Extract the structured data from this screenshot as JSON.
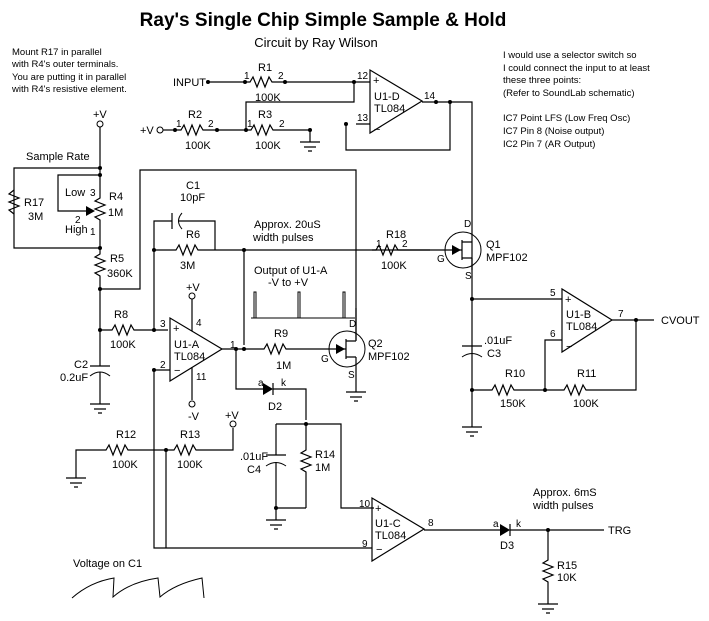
{
  "title": "Ray's Single Chip Simple Sample & Hold",
  "subtitle": "Circuit by Ray Wilson",
  "notes": {
    "left": [
      "Mount R17 in parallel",
      "with R4's outer terminals.",
      "You are putting it in parallel",
      "with R4's resistive element."
    ],
    "right": [
      "I would use a selector switch so",
      "I could connect the input to at least",
      "these three points:",
      "(Refer to SoundLab schematic)"
    ],
    "points": [
      "IC7 Point LFS (Low Freq Osc)",
      "IC7 Pin 8 (Noise output)",
      "IC2 Pin 7 (AR Output)"
    ],
    "pulse20": [
      "Approx. 20uS",
      "width pulses"
    ],
    "outputU1A": [
      "Output of U1-A",
      "-V to +V"
    ],
    "pulse6": [
      "Approx. 6mS",
      "width pulses"
    ],
    "voltageC1": "Voltage on C1",
    "sampleRate": "Sample Rate",
    "low": "Low",
    "high": "High"
  },
  "nets": {
    "input": "INPUT",
    "vplus": "+V",
    "vminus": "-V",
    "cvout": "CVOUT",
    "trg": "TRG"
  },
  "resistors": {
    "R1": {
      "name": "R1",
      "value": "100K"
    },
    "R2": {
      "name": "R2",
      "value": "100K"
    },
    "R3": {
      "name": "R3",
      "value": "100K"
    },
    "R4": {
      "name": "R4",
      "value": "1M"
    },
    "R5": {
      "name": "R5",
      "value": "360K"
    },
    "R6": {
      "name": "R6",
      "value": "3M"
    },
    "R8": {
      "name": "R8",
      "value": "100K"
    },
    "R9": {
      "name": "R9",
      "value": "1M"
    },
    "R10": {
      "name": "R10",
      "value": "150K"
    },
    "R11": {
      "name": "R11",
      "value": "100K"
    },
    "R12": {
      "name": "R12",
      "value": "100K"
    },
    "R13": {
      "name": "R13",
      "value": "100K"
    },
    "R14": {
      "name": "R14",
      "value": "1M"
    },
    "R15": {
      "name": "R15",
      "value": "10K"
    },
    "R17": {
      "name": "R17",
      "value": "3M"
    },
    "R18": {
      "name": "R18",
      "value": "100K"
    }
  },
  "capacitors": {
    "C1": {
      "name": "C1",
      "value": "10pF"
    },
    "C2": {
      "name": "C2",
      "value": "0.2uF"
    },
    "C3": {
      "name": "C3",
      "value": ".01uF"
    },
    "C4": {
      "name": "C4",
      "value": ".01uF"
    }
  },
  "opamps": {
    "U1A": {
      "name": "U1-A",
      "part": "TL084",
      "pins": {
        "plus": "3",
        "minus": "2",
        "out": "1",
        "vp": "4",
        "vm": "11"
      }
    },
    "U1B": {
      "name": "U1-B",
      "part": "TL084",
      "pins": {
        "plus": "5",
        "minus": "6",
        "out": "7"
      }
    },
    "U1C": {
      "name": "U1-C",
      "part": "TL084",
      "pins": {
        "plus": "10",
        "minus": "9",
        "out": "8"
      }
    },
    "U1D": {
      "name": "U1-D",
      "part": "TL084",
      "pins": {
        "plus": "12",
        "minus": "13",
        "out": "14"
      }
    }
  },
  "transistors": {
    "Q1": {
      "name": "Q1",
      "part": "MPF102"
    },
    "Q2": {
      "name": "Q2",
      "part": "MPF102"
    }
  },
  "diodes": {
    "D2": {
      "name": "D2"
    },
    "D3": {
      "name": "D3"
    }
  },
  "pinLabels": {
    "one": "1",
    "two": "2",
    "three": "3",
    "a": "a",
    "k": "k",
    "d": "D",
    "g": "G",
    "s": "S",
    "plus": "+",
    "minus": "−"
  }
}
